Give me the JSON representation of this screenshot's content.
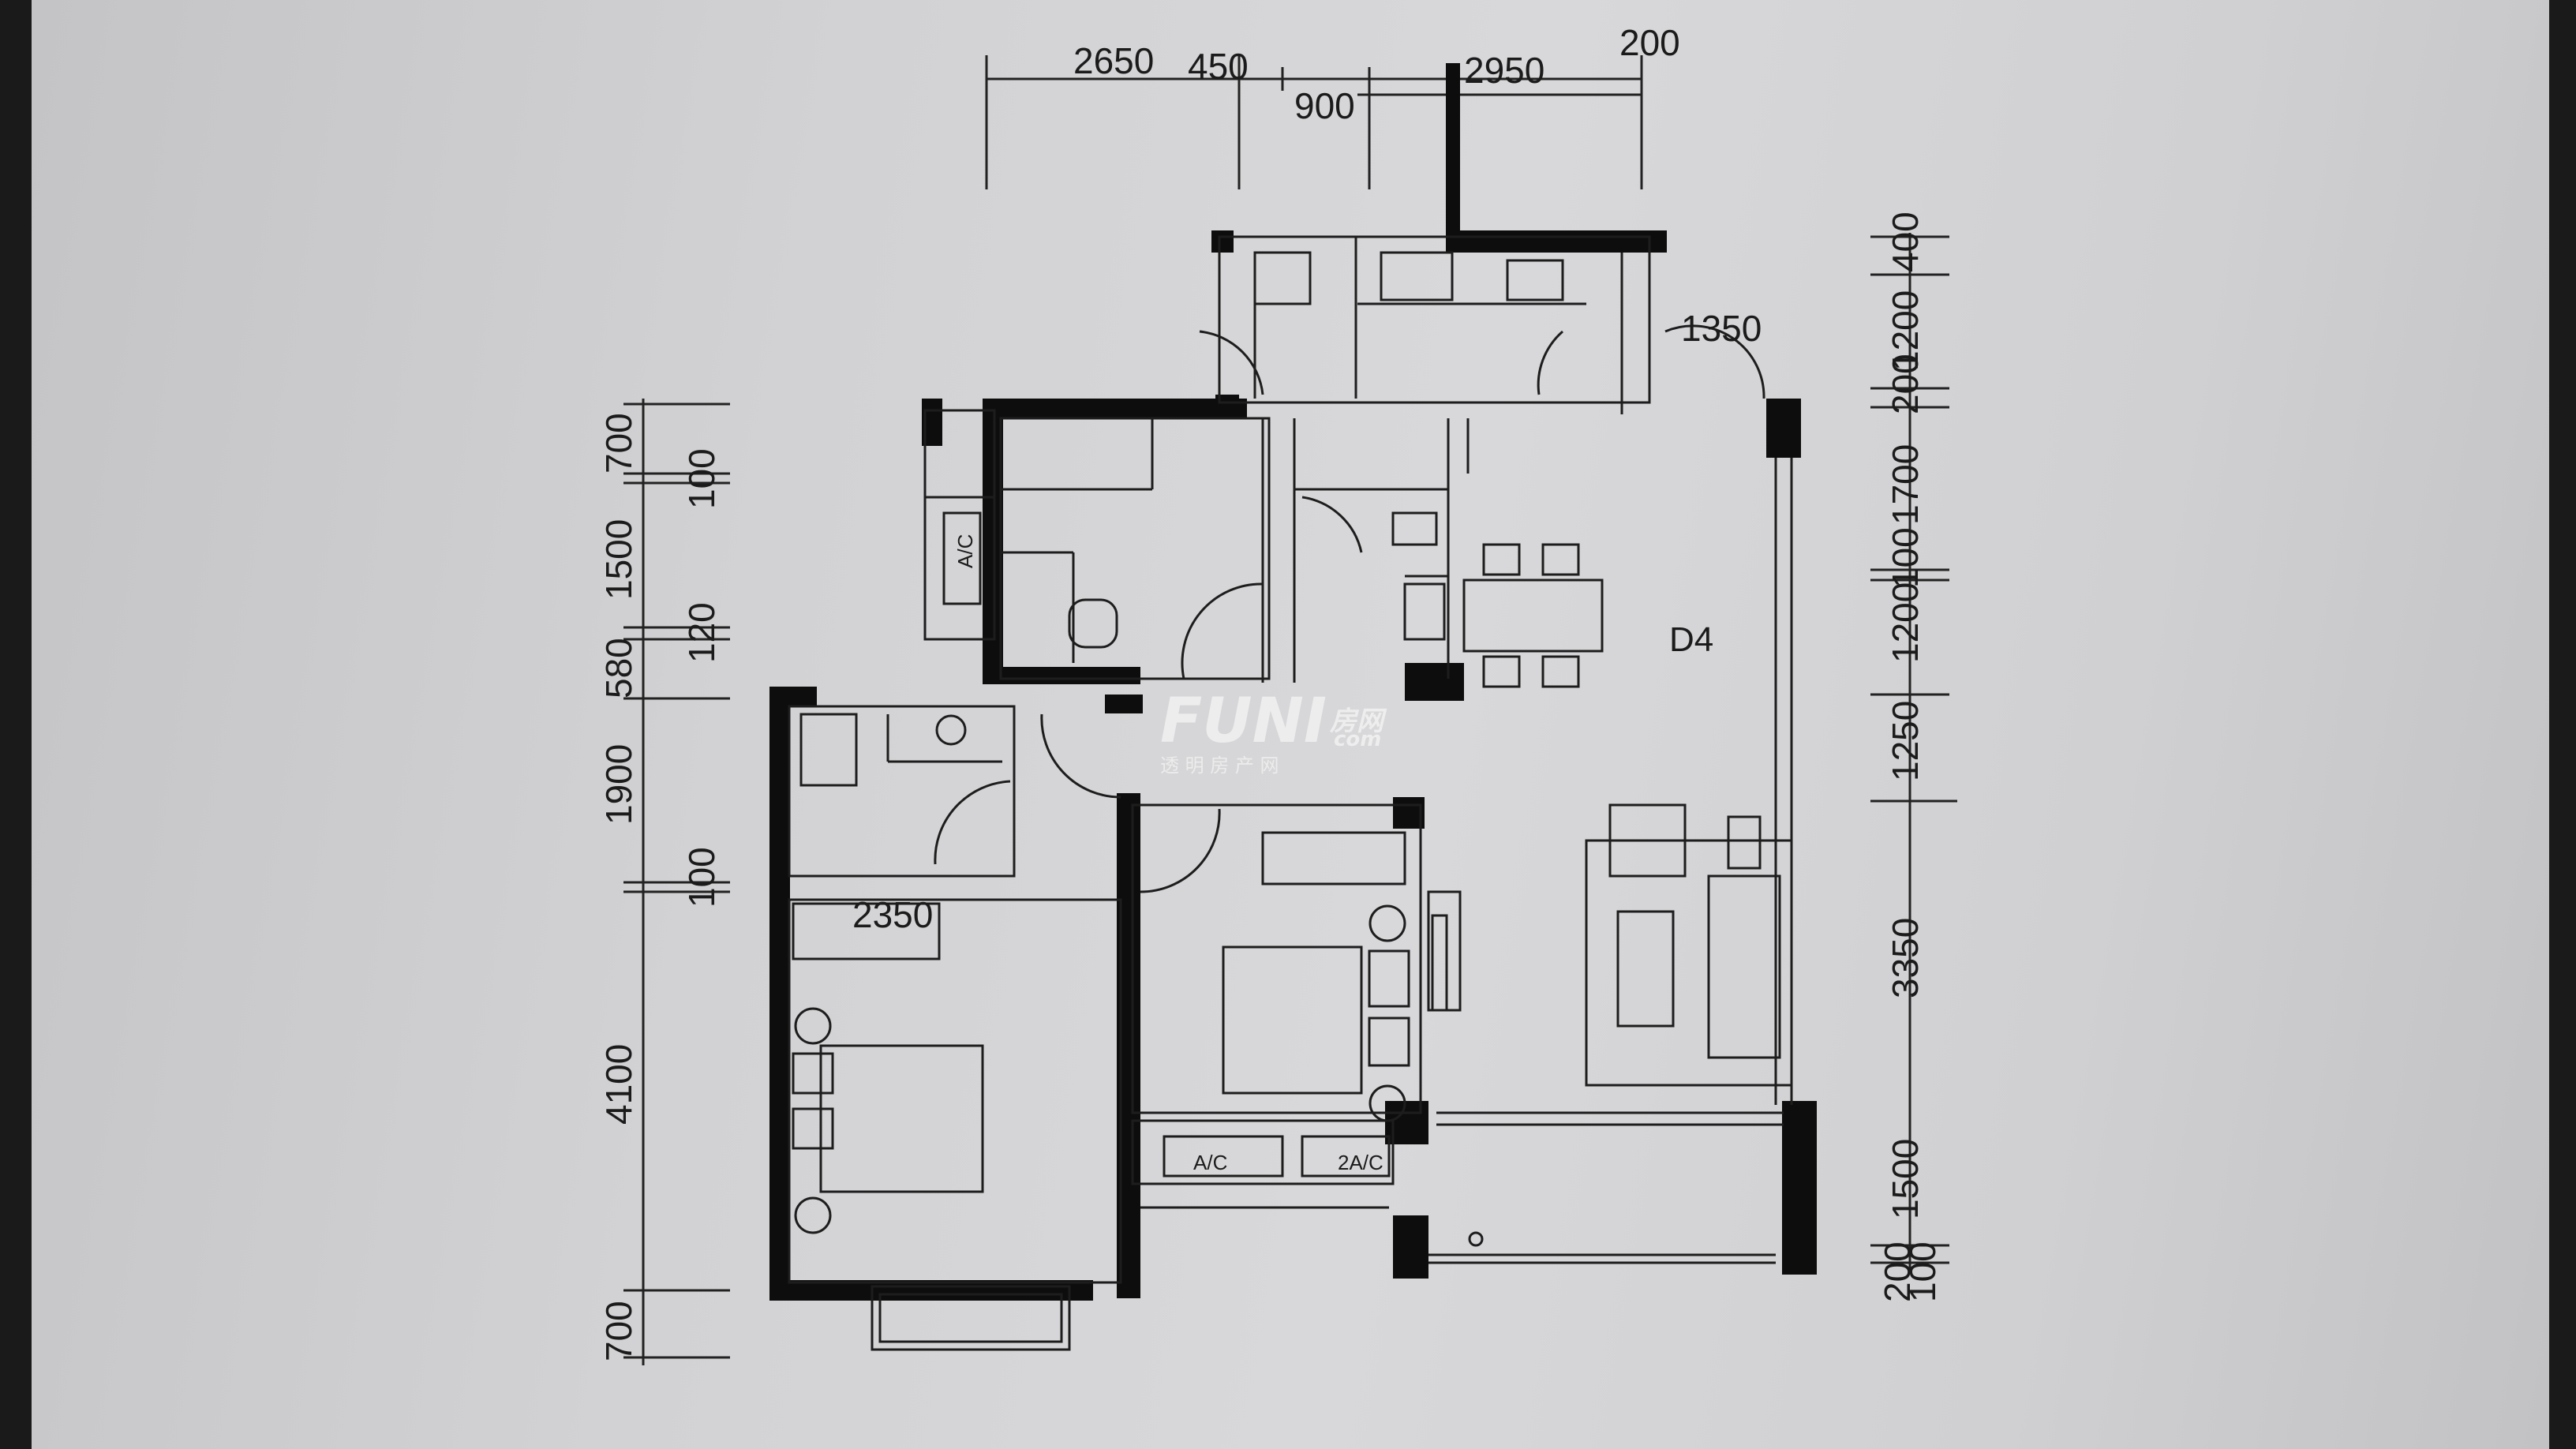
{
  "plan": {
    "unit_label": "D4",
    "appliance_labels": [
      "A/C",
      "A/C",
      "2A/C"
    ]
  },
  "dimensions": {
    "top": [
      "2650",
      "450",
      "900",
      "2950",
      "200"
    ],
    "left": [
      "700",
      "100",
      "1500",
      "120",
      "580",
      "1900",
      "100",
      "4100",
      "700"
    ],
    "right": [
      "400",
      "1200",
      "200",
      "1700",
      "100",
      "1200",
      "1250",
      "3350",
      "1500",
      "200",
      "100"
    ],
    "inner": [
      "1350",
      "2350"
    ]
  },
  "watermark": {
    "brand": "FUNI",
    "brand_suffix": "房网",
    "subtitle": "透 明 房 产 网",
    "domain_fragment": "com"
  },
  "colors": {
    "wall": "#0d0d0d",
    "line": "#222222",
    "paper": "#d4d4d6"
  }
}
